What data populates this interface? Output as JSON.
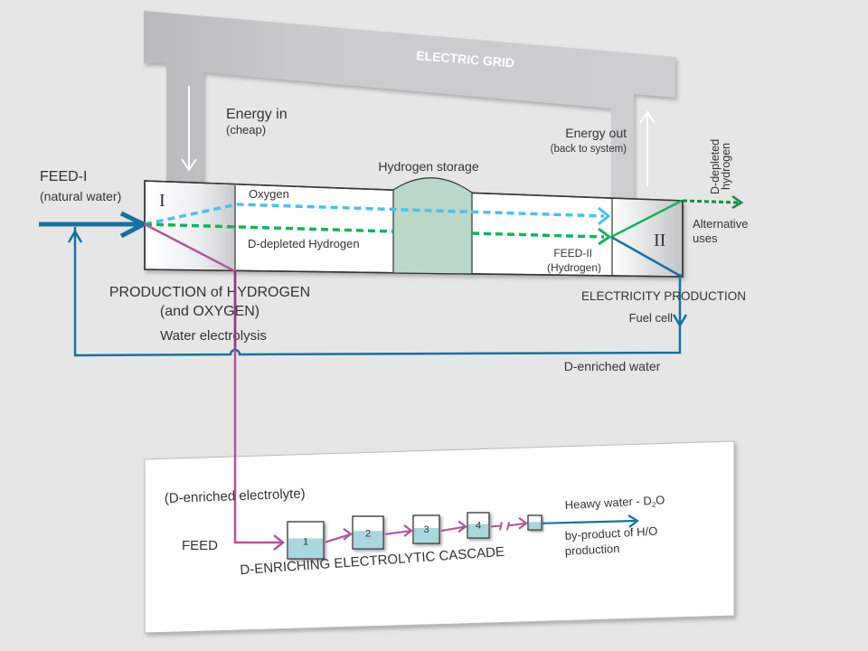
{
  "grid": {
    "title": "ELECTRIC GRID"
  },
  "energy_in": {
    "label": "Energy in",
    "note": "(cheap)"
  },
  "energy_out": {
    "label": "Energy out",
    "note": "(back to system)"
  },
  "feed1": {
    "label": "FEED-I",
    "note": "(natural water)"
  },
  "stage1": {
    "roman": "I"
  },
  "stage2": {
    "roman": "II"
  },
  "flows": {
    "oxygen": "Oxygen",
    "hydrogen": "D-depleted Hydrogen",
    "feed2_label": "FEED-II",
    "feed2_note": "(Hydrogen)",
    "d_depleted_line1": "D-depleted",
    "d_depleted_line2": "hydrogen",
    "alternative_line1": "Alternative",
    "alternative_line2": "uses",
    "d_enriched_water": "D-enriched water"
  },
  "storage": {
    "label": "Hydrogen storage"
  },
  "production": {
    "line1": "PRODUCTION of HYDROGEN",
    "line2": "(and OXYGEN)",
    "line3": "Water electrolysis"
  },
  "electricity": {
    "line1": "ELECTRICITY PRODUCTION",
    "line2": "Fuel cell"
  },
  "cascade": {
    "electrolyte": "(D-enriched electrolyte)",
    "feed": "FEED",
    "cells": [
      "1",
      "2",
      "3",
      "4",
      ""
    ],
    "title": "D-ENRICHING ELECTROLYTIC CASCADE",
    "output_main": "Heawy water - D",
    "output_sub": "2",
    "output_end": "O",
    "byproduct_line1": "by-product of H/O",
    "byproduct_line2": "production"
  },
  "colors": {
    "background": "#e6e6e6",
    "grid": "#c9cacc",
    "oxygen": "#4dbff0",
    "hydrogen": "#16b35a",
    "hydrogen_dark": "#138a47",
    "water": "#17709e",
    "electrolyte": "#b0559c",
    "storage": "#b9d8c8",
    "cell_fill": "#a9d6df"
  }
}
